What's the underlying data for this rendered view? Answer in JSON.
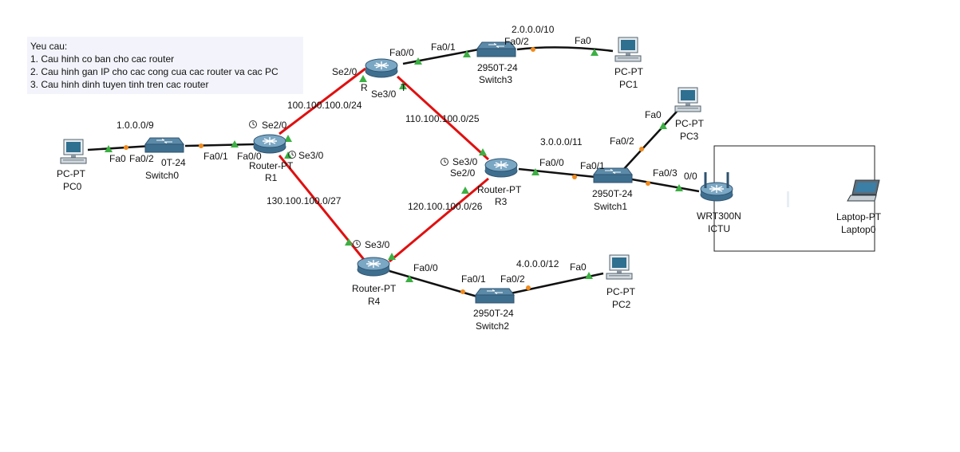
{
  "note": {
    "title": "Yeu cau:",
    "items": [
      "1. Cau hinh co ban cho cac router",
      "2. Cau hinh gan IP cho cac cong cua cac router va cac PC",
      "3. Cau hinh dinh tuyen tinh tren cac router"
    ]
  },
  "colors": {
    "ethernet": "#111111",
    "serial": "#e01010",
    "link_up": "#3cb043",
    "link_wait": "#f08a1c"
  },
  "devices": {
    "pc0": {
      "type": "PC-PT",
      "name": "PC0"
    },
    "pc1": {
      "type": "PC-PT",
      "name": "PC1"
    },
    "pc2": {
      "type": "PC-PT",
      "name": "PC2"
    },
    "pc3": {
      "type": "PC-PT",
      "name": "PC3"
    },
    "switch0": {
      "type": "0T-24",
      "name": "Switch0"
    },
    "switch1": {
      "type": "2950T-24",
      "name": "Switch1"
    },
    "switch2": {
      "type": "2950T-24",
      "name": "Switch2"
    },
    "switch3": {
      "type": "2950T-24",
      "name": "Switch3"
    },
    "r1": {
      "type": "Router-PT",
      "name": "R1"
    },
    "r2": {
      "type": "R"
    },
    "r3": {
      "type": "Router-PT",
      "name": "R3"
    },
    "r4": {
      "type": "Router-PT",
      "name": "R4"
    },
    "wrt": {
      "type": "WRT300N",
      "name": "ICTU"
    },
    "laptop0": {
      "type": "Laptop-PT",
      "name": "Laptop0"
    }
  },
  "networks": {
    "n1": "1.0.0.0/9",
    "n2": "2.0.0.0/10",
    "n3": "3.0.0.0/11",
    "n4": "4.0.0.0/12",
    "s100": "100.100.100.0/24",
    "s110": "110.100.100.0/25",
    "s120": "120.100.100.0/26",
    "s130": "130.100.100.0/27"
  },
  "ports": {
    "pc0_fa0": "Fa0",
    "sw0_fa02": "Fa0/2",
    "sw0_fa01": "Fa0/1",
    "r1_fa00": "Fa0/0",
    "r1_se20": "Se2/0",
    "r1_se30": "Se3/0",
    "r2_se20": "Se2/0",
    "r2_fa00": "Fa0/0",
    "r2_se30": "Se3/0",
    "sw3_fa01": "Fa0/1",
    "sw3_fa02": "Fa0/2",
    "pc1_fa0": "Fa0",
    "r3_se30": "Se3/0",
    "r3_se20": "Se2/0",
    "r3_fa00": "Fa0/0",
    "sw1_fa01": "Fa0/1",
    "sw1_fa02": "Fa0/2",
    "sw1_fa03": "Fa0/3",
    "pc3_fa0": "Fa0",
    "wrt_port": "0/0",
    "r4_se30": "Se3/0",
    "r4_fa00": "Fa0/0",
    "sw2_fa01": "Fa0/1",
    "sw2_fa02": "Fa0/2",
    "pc2_fa0": "Fa0",
    "r1_hidden": "Router-PT",
    "r2_hidden": "T"
  }
}
